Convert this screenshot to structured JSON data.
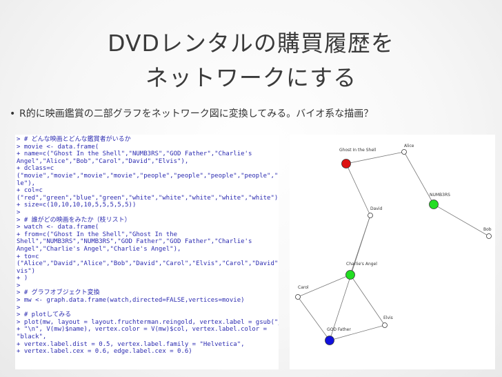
{
  "slide": {
    "title_line1": "DVDレンタルの購買履歴を",
    "title_line2": "ネットワークにする",
    "bullet": "R的に映画鑑賞の二部グラフをネットワーク図に変換してみる。バイオ系な描画？"
  },
  "code": {
    "lines": [
      "> # どんな映画とどんな鑑賞者がいるか",
      "> movie <- data.frame(",
      "+ name=c(\"Ghost In the Shell\",\"NUMB3RS\",\"GOD Father\",\"Charlie's",
      "Angel\",\"Alice\",\"Bob\",\"Carol\",\"David\",\"Elvis\"),",
      "+ dclass=c",
      "(\"movie\",\"movie\",\"movie\",\"movie\",\"people\",\"people\",\"people\",\"people\",\"peop",
      "le\"),",
      "+ col=c",
      "(\"red\",\"green\",\"blue\",\"green\",\"white\",\"white\",\"white\",\"white\",\"white\"),",
      "+ size=c(10,10,10,10,5,5,5,5,5))",
      ">",
      "> # 誰がどの映画をみたか（枝リスト）",
      "> watch <- data.frame(",
      "+ from=c(\"Ghost In the Shell\",\"Ghost In the",
      "Shell\",\"NUMB3RS\",\"NUMB3RS\",\"GOD Father\",\"GOD Father\",\"Charlie's",
      "Angel\",\"Charlie's Angel\",\"Charlie's Angel\"),",
      "+ to=c",
      "(\"Alice\",\"David\",\"Alice\",\"Bob\",\"David\",\"Carol\",\"Elvis\",\"Carol\",\"David\",\"El",
      "vis\")",
      "+ )",
      ">",
      "> # グラフオブジェクト変換",
      "> mw <- graph.data.frame(watch,directed=FALSE,vertices=movie)",
      ">",
      "> # plotしてみる",
      "> plot(mw, layout = layout.fruchterman.reingold, vertex.label = gsub(\"_\",",
      "+ \"\\n\", V(mw)$name), vertex.color = V(mw)$col, vertex.label.color =",
      "\"black\",",
      "+ vertex.label.dist = 0.5, vertex.label.family = \"Helvetica\",",
      "+ vertex.label.cex = 0.6, edge.label.cex = 0.6)"
    ]
  },
  "graph": {
    "nodes": [
      {
        "id": "ghost",
        "label": "Ghost In the Shell",
        "color": "#dd1111",
        "kind": "movie"
      },
      {
        "id": "numb3rs",
        "label": "NUMB3RS",
        "color": "#22dd22",
        "kind": "movie"
      },
      {
        "id": "godfather",
        "label": "GOD Father",
        "color": "#1111dd",
        "kind": "movie"
      },
      {
        "id": "charlie",
        "label": "Charlie's Angel",
        "color": "#22dd22",
        "kind": "movie"
      },
      {
        "id": "alice",
        "label": "Alice",
        "color": "#ffffff",
        "kind": "people"
      },
      {
        "id": "bob",
        "label": "Bob",
        "color": "#ffffff",
        "kind": "people"
      },
      {
        "id": "carol",
        "label": "Carol",
        "color": "#ffffff",
        "kind": "people"
      },
      {
        "id": "david",
        "label": "David",
        "color": "#ffffff",
        "kind": "people"
      },
      {
        "id": "elvis",
        "label": "Elvis",
        "color": "#ffffff",
        "kind": "people"
      }
    ],
    "edges": [
      [
        "ghost",
        "alice"
      ],
      [
        "ghost",
        "david"
      ],
      [
        "numb3rs",
        "alice"
      ],
      [
        "numb3rs",
        "bob"
      ],
      [
        "godfather",
        "david"
      ],
      [
        "godfather",
        "carol"
      ],
      [
        "charlie",
        "elvis"
      ],
      [
        "charlie",
        "carol"
      ],
      [
        "charlie",
        "david"
      ],
      [
        "godfather",
        "elvis"
      ]
    ]
  }
}
